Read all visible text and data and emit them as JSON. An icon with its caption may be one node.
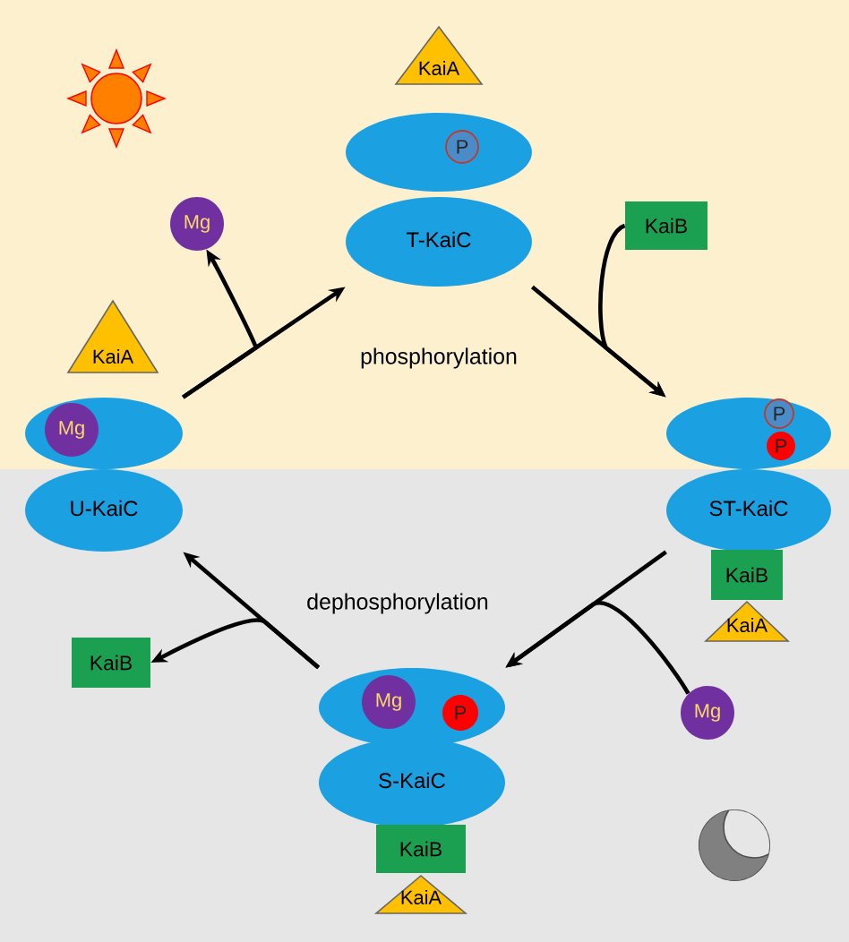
{
  "diagram": {
    "nodes": [
      {
        "text": [
          "T-KaiC"
        ]
      },
      {
        "text": [
          "KaiA"
        ]
      },
      {
        "text": [
          "P"
        ]
      },
      {
        "text": [
          "Mg"
        ]
      },
      {
        "text": [
          "KaiB"
        ]
      },
      {
        "text": [
          "U-KaiC"
        ]
      },
      {
        "text": [
          "KaiA"
        ]
      },
      {
        "text": [
          "Mg"
        ]
      },
      {
        "text": [
          "ST-KaiC"
        ]
      },
      {
        "text": [
          "P"
        ]
      },
      {
        "text": [
          "P"
        ]
      },
      {
        "text": [
          "KaiB"
        ]
      },
      {
        "text": [
          "KaiA"
        ]
      },
      {
        "text": [
          "KaiB"
        ]
      },
      {
        "text": [
          "S-KaiC"
        ]
      },
      {
        "text": [
          "Mg"
        ]
      },
      {
        "text": [
          "P"
        ]
      },
      {
        "text": [
          "KaiB"
        ]
      },
      {
        "text": [
          "KaiA"
        ]
      },
      {
        "text": [
          "Mg"
        ]
      }
    ],
    "edges": [
      {
        "from": 5,
        "to": 0,
        "arrow": "to"
      },
      {
        "from": 5,
        "to": 3,
        "arrow": "to"
      },
      {
        "from": 0,
        "to": 8,
        "arrow": "to"
      },
      {
        "from": 4,
        "to": 8,
        "arrow": "to"
      },
      {
        "from": 8,
        "to": 14,
        "arrow": "to"
      },
      {
        "from": 19,
        "to": 14,
        "arrow": "to"
      },
      {
        "from": 14,
        "to": 5,
        "arrow": "to"
      },
      {
        "from": 14,
        "to": 13,
        "arrow": "to"
      }
    ],
    "labels": [
      "phosphorylation",
      "dephosphorylation"
    ]
  }
}
